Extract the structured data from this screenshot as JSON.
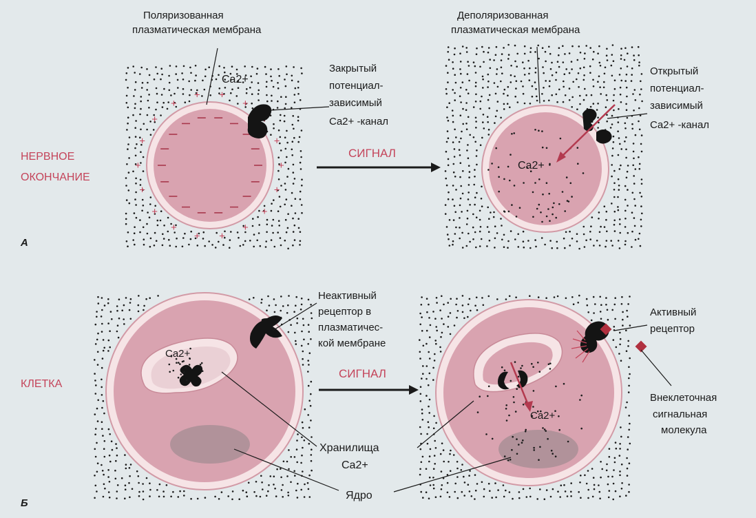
{
  "panel_a": {
    "letter": "А",
    "side_label": [
      "НЕРВНОЕ",
      "ОКОНЧАНИЕ"
    ],
    "signal_label": "СИГНАЛ",
    "left_membrane": [
      "Поляризованная",
      "плазматическая мембрана"
    ],
    "left_ion": "Ca2+",
    "left_channel": [
      "Закрытый",
      "потенциал-",
      "зависимый",
      "Ca2+ -канал"
    ],
    "right_membrane": [
      "Деполяризованная",
      "плазматическая мембрана"
    ],
    "right_ion": "Ca2+",
    "right_channel": [
      "Открытый",
      "потенциал-",
      "зависимый",
      "Ca2+ -канал"
    ]
  },
  "panel_b": {
    "letter": "Б",
    "side_label": "КЛЕТКА",
    "signal_label": "СИГНАЛ",
    "left_ion": "Ca2+",
    "right_ion": "Ca2+",
    "inactive_receptor": [
      "Неактивный",
      "рецептор в",
      "плазматичес-",
      "кой мембране"
    ],
    "active_receptor": [
      "Активный",
      "рецептор"
    ],
    "extracellular": [
      "Внеклеточная",
      "сигнальная",
      "молекула"
    ],
    "stores": [
      "Хранилища",
      "Ca2+"
    ],
    "nucleus": "Ядро"
  },
  "colors": {
    "cell": "#d9a3b0",
    "membrane": "#f6e4e6",
    "accent": "#c4445a",
    "nucleus": "#b1929a",
    "dark": "#141414"
  }
}
